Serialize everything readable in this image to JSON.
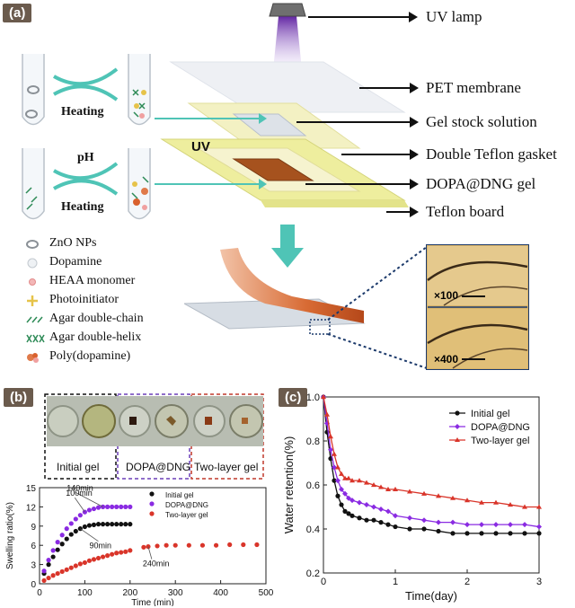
{
  "panel_a": {
    "tag": "(a)",
    "labels": {
      "uv_lamp": "UV lamp",
      "pet_membrane": "PET membrane",
      "gel_stock": "Gel stock solution",
      "double_teflon": "Double Teflon gasket",
      "dopa_gel": "DOPA@DNG gel",
      "teflon_board": "Teflon board",
      "uv": "UV",
      "heating1": "Heating",
      "heating2": "Heating",
      "ph": "pH",
      "mag100": "×100",
      "mag400": "×400"
    },
    "legend": [
      {
        "name": "ZnO NPs",
        "icon": "ring-icon"
      },
      {
        "name": "Dopamine",
        "icon": "circle-icon"
      },
      {
        "name": "HEAA monomer",
        "icon": "dot-icon"
      },
      {
        "name": "Photoinitiator",
        "icon": "star-icon"
      },
      {
        "name": "Agar double-chain",
        "icon": "double-chain-icon"
      },
      {
        "name": "Agar double-helix",
        "icon": "double-helix-icon"
      },
      {
        "name": "Poly(dopamine)",
        "icon": "polydopamine-icon"
      }
    ]
  },
  "panel_b": {
    "tag": "(b)",
    "photo_captions": [
      "Initial gel",
      "DOPA@DNG",
      "Two-layer gel"
    ],
    "annotations": [
      "140min",
      "100min",
      "90min",
      "240min"
    ],
    "chart_data": {
      "type": "scatter",
      "xlabel": "Time (min)",
      "ylabel": "Swelling ratio(%)",
      "xlim": [
        0,
        500
      ],
      "ylim": [
        0,
        15
      ],
      "xticks": [
        "0",
        "100",
        "200",
        "300",
        "400",
        "500"
      ],
      "yticks": [
        "0",
        "3",
        "6",
        "9",
        "12",
        "15"
      ],
      "legend_position": "top-right",
      "series": [
        {
          "name": "Initial gel",
          "color": "#111111",
          "x": [
            10,
            20,
            30,
            40,
            50,
            60,
            70,
            80,
            90,
            100,
            110,
            120,
            130,
            140,
            150,
            160,
            170,
            180,
            190,
            200
          ],
          "y": [
            1.6,
            3.0,
            4.2,
            5.3,
            6.2,
            7.0,
            7.7,
            8.2,
            8.6,
            8.9,
            9.1,
            9.2,
            9.3,
            9.3,
            9.3,
            9.3,
            9.3,
            9.3,
            9.3,
            9.3
          ]
        },
        {
          "name": "DOPA@DNG",
          "color": "#8a2be2",
          "x": [
            10,
            20,
            30,
            40,
            50,
            60,
            70,
            80,
            90,
            100,
            110,
            120,
            130,
            140,
            150,
            160,
            170,
            180,
            190,
            200
          ],
          "y": [
            2.0,
            3.7,
            5.2,
            6.5,
            7.6,
            8.6,
            9.4,
            10.1,
            10.7,
            11.2,
            11.5,
            11.7,
            11.9,
            12.0,
            12.0,
            12.0,
            12.0,
            12.0,
            12.0,
            12.0
          ]
        },
        {
          "name": "Two-layer gel",
          "color": "#d9352a",
          "x": [
            10,
            20,
            30,
            40,
            50,
            60,
            70,
            80,
            90,
            100,
            110,
            120,
            130,
            140,
            150,
            160,
            170,
            180,
            190,
            200,
            230,
            240,
            260,
            280,
            300,
            330,
            360,
            390,
            420,
            450,
            480
          ],
          "y": [
            0.5,
            0.9,
            1.3,
            1.6,
            1.9,
            2.2,
            2.5,
            2.8,
            3.1,
            3.3,
            3.6,
            3.8,
            4.0,
            4.2,
            4.4,
            4.6,
            4.8,
            4.9,
            5.0,
            5.2,
            5.7,
            5.8,
            5.9,
            6.0,
            6.0,
            6.0,
            6.0,
            6.0,
            6.1,
            6.1,
            6.1
          ]
        }
      ]
    }
  },
  "panel_c": {
    "tag": "(c)",
    "chart_data": {
      "type": "line",
      "xlabel": "Time(day)",
      "ylabel": "Water retention(%)",
      "xlim": [
        0,
        3
      ],
      "ylim": [
        0.2,
        1.0
      ],
      "xticks": [
        "0",
        "1",
        "2",
        "3"
      ],
      "yticks": [
        "0.2",
        "0.4",
        "0.6",
        "0.8",
        "1.0"
      ],
      "legend_position": "top-right",
      "series": [
        {
          "name": "Initial gel",
          "color": "#111111",
          "x": [
            0,
            0.05,
            0.1,
            0.15,
            0.2,
            0.25,
            0.3,
            0.35,
            0.4,
            0.5,
            0.6,
            0.7,
            0.8,
            0.9,
            1.0,
            1.2,
            1.4,
            1.6,
            1.8,
            2.0,
            2.2,
            2.4,
            2.6,
            2.8,
            3.0
          ],
          "y": [
            1.0,
            0.84,
            0.72,
            0.62,
            0.55,
            0.51,
            0.48,
            0.47,
            0.46,
            0.45,
            0.44,
            0.44,
            0.43,
            0.42,
            0.41,
            0.4,
            0.4,
            0.39,
            0.38,
            0.38,
            0.38,
            0.38,
            0.38,
            0.38,
            0.38
          ]
        },
        {
          "name": "DOPA@DNG",
          "color": "#8a2be2",
          "x": [
            0,
            0.05,
            0.1,
            0.15,
            0.2,
            0.25,
            0.3,
            0.35,
            0.4,
            0.5,
            0.6,
            0.7,
            0.8,
            0.9,
            1.0,
            1.2,
            1.4,
            1.6,
            1.8,
            2.0,
            2.2,
            2.4,
            2.6,
            2.8,
            3.0
          ],
          "y": [
            1.0,
            0.88,
            0.76,
            0.68,
            0.62,
            0.58,
            0.56,
            0.54,
            0.53,
            0.52,
            0.51,
            0.5,
            0.49,
            0.48,
            0.46,
            0.45,
            0.44,
            0.43,
            0.43,
            0.42,
            0.42,
            0.42,
            0.42,
            0.42,
            0.41
          ]
        },
        {
          "name": "Two-layer gel",
          "color": "#d9352a",
          "x": [
            0,
            0.05,
            0.1,
            0.15,
            0.2,
            0.25,
            0.3,
            0.35,
            0.4,
            0.5,
            0.6,
            0.7,
            0.8,
            0.9,
            1.0,
            1.2,
            1.4,
            1.6,
            1.8,
            2.0,
            2.2,
            2.4,
            2.6,
            2.8,
            3.0
          ],
          "y": [
            1.0,
            0.92,
            0.82,
            0.74,
            0.68,
            0.65,
            0.63,
            0.63,
            0.62,
            0.62,
            0.61,
            0.6,
            0.59,
            0.58,
            0.58,
            0.57,
            0.56,
            0.55,
            0.54,
            0.53,
            0.52,
            0.52,
            0.51,
            0.5,
            0.5
          ]
        }
      ]
    }
  }
}
